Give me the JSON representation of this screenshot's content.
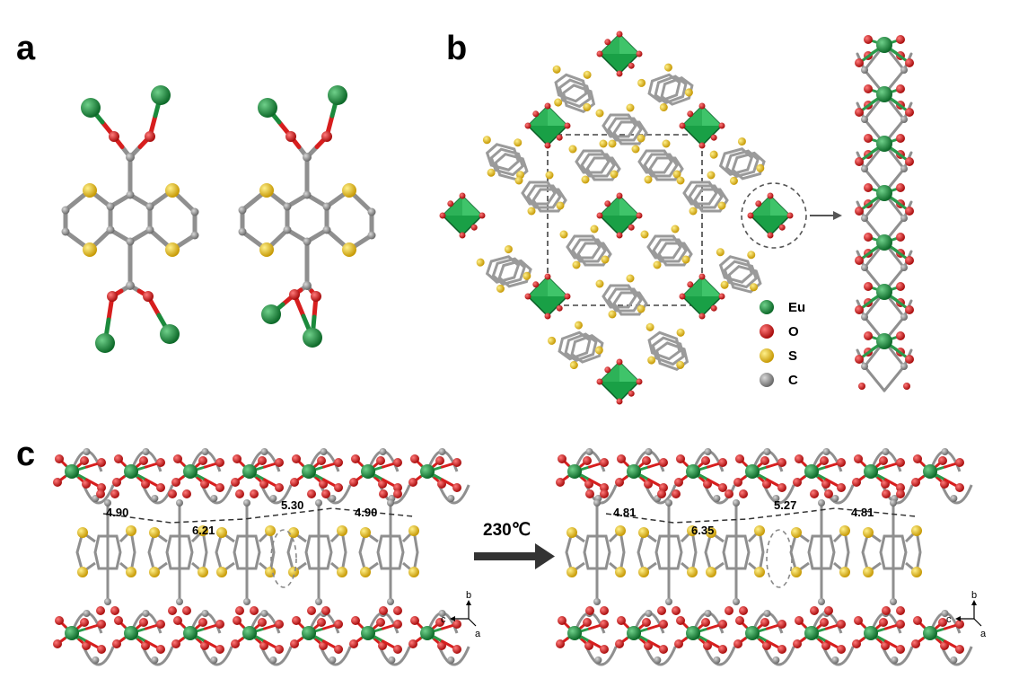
{
  "panels": {
    "a": {
      "label": "a"
    },
    "b": {
      "label": "b",
      "legend": [
        {
          "symbol": "Eu",
          "color": "#1b8a3c"
        },
        {
          "symbol": "O",
          "color": "#d71e1e"
        },
        {
          "symbol": "S",
          "color": "#e8c21a"
        },
        {
          "symbol": "C",
          "color": "#8c8c8c"
        }
      ]
    },
    "c": {
      "label": "c",
      "left_distances": [
        "4.90",
        "6.21",
        "5.30",
        "4.90"
      ],
      "right_distances": [
        "4.81",
        "6.35",
        "5.27",
        "4.81"
      ],
      "condition": "230℃",
      "axes": {
        "b": "b",
        "c": "c",
        "a": "a"
      }
    }
  },
  "colors": {
    "eu": "#1b8a3c",
    "o": "#d71e1e",
    "s": "#e8c21a",
    "c": "#8c8c8c",
    "bond": "#8f8f8f",
    "polyhedron": "#1fa64a"
  }
}
